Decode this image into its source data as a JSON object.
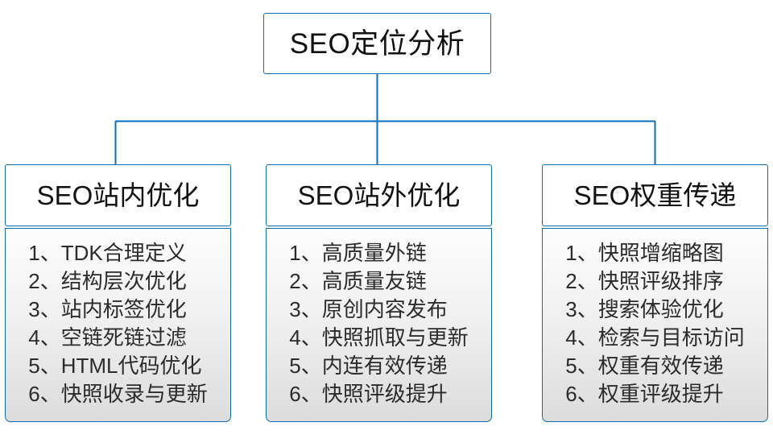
{
  "diagram": {
    "type": "organizational-tree",
    "root": {
      "label": "SEO定位分析"
    },
    "accent_color": "#0c6cb5",
    "branches": [
      {
        "header": "SEO站内优化",
        "items": [
          "1、TDK合理定义",
          "2、结构层次优化",
          "3、站内标签优化",
          "4、空链死链过滤",
          "5、HTML代码优化",
          "6、快照收录与更新"
        ]
      },
      {
        "header": "SEO站外优化",
        "items": [
          "1、高质量外链",
          "2、高质量友链",
          "3、原创内容发布",
          "4、快照抓取与更新",
          "5、内连有效传递",
          "6、快照评级提升"
        ]
      },
      {
        "header": "SEO权重传递",
        "items": [
          "1、快照增缩略图",
          "2、快照评级排序",
          "3、搜索体验优化",
          "4、检索与目标访问",
          "5、权重有效传递",
          "6、权重评级提升"
        ]
      }
    ]
  }
}
